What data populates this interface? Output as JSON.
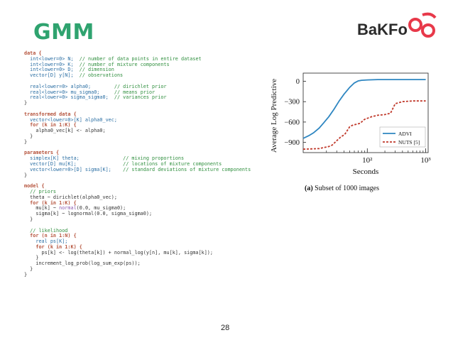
{
  "slide": {
    "title": "GMM",
    "page_number": "28"
  },
  "logo": {
    "text_part1": "BaK",
    "text_part2": "Fo",
    "accent_color": "#e8394a",
    "text_color": "#2b2b2b"
  },
  "code": {
    "lines": [
      [
        {
          "t": "data {",
          "c": "kw"
        }
      ],
      [
        {
          "t": "  int<lower=0> N;",
          "c": "ty"
        },
        {
          "t": "  // number of data points in entire dataset",
          "c": "cm"
        }
      ],
      [
        {
          "t": "  int<lower=0> K;",
          "c": "ty"
        },
        {
          "t": "  // number of mixture components",
          "c": "cm"
        }
      ],
      [
        {
          "t": "  int<lower=0> D;",
          "c": "ty"
        },
        {
          "t": "  // dimension",
          "c": "cm"
        }
      ],
      [
        {
          "t": "  vector[D] y[N];",
          "c": "ty"
        },
        {
          "t": "  // observations",
          "c": "cm"
        }
      ],
      [
        {
          "t": "",
          "c": ""
        }
      ],
      [
        {
          "t": "  real<lower=0> alpha0;",
          "c": "ty"
        },
        {
          "t": "        // dirichlet prior",
          "c": "cm"
        }
      ],
      [
        {
          "t": "  real<lower=0> mu_sigma0;",
          "c": "ty"
        },
        {
          "t": "     // means prior",
          "c": "cm"
        }
      ],
      [
        {
          "t": "  real<lower=0> sigma_sigma0;",
          "c": "ty"
        },
        {
          "t": "  // variances prior",
          "c": "cm"
        }
      ],
      [
        {
          "t": "}",
          "c": ""
        }
      ],
      [
        {
          "t": "",
          "c": ""
        }
      ],
      [
        {
          "t": "transformed data {",
          "c": "kw"
        }
      ],
      [
        {
          "t": "  vector<lower=0>[K] alpha0_vec;",
          "c": "ty"
        }
      ],
      [
        {
          "t": "  for (k in 1:K) {",
          "c": "kw"
        }
      ],
      [
        {
          "t": "    alpha0_vec[k] <- alpha0;",
          "c": ""
        }
      ],
      [
        {
          "t": "  }",
          "c": ""
        }
      ],
      [
        {
          "t": "}",
          "c": ""
        }
      ],
      [
        {
          "t": "",
          "c": ""
        }
      ],
      [
        {
          "t": "parameters {",
          "c": "kw"
        }
      ],
      [
        {
          "t": "  simplex[K] theta;",
          "c": "ty"
        },
        {
          "t": "               // mixing proportions",
          "c": "cm"
        }
      ],
      [
        {
          "t": "  vector[D] mu[K];",
          "c": "ty"
        },
        {
          "t": "                // locations of mixture components",
          "c": "cm"
        }
      ],
      [
        {
          "t": "  vector<lower=0>[D] sigma[K];",
          "c": "ty"
        },
        {
          "t": "    // standard deviations of mixture components",
          "c": "cm"
        }
      ],
      [
        {
          "t": "}",
          "c": ""
        }
      ],
      [
        {
          "t": "",
          "c": ""
        }
      ],
      [
        {
          "t": "model {",
          "c": "kw"
        }
      ],
      [
        {
          "t": "  // priors",
          "c": "cm"
        }
      ],
      [
        {
          "t": "  theta ~ dirichlet(alpha0_vec);",
          "c": ""
        }
      ],
      [
        {
          "t": "  for (k in 1:K) {",
          "c": "kw"
        }
      ],
      [
        {
          "t": "    mu[k] ~ ",
          "c": ""
        },
        {
          "t": "normal",
          "c": "fn"
        },
        {
          "t": "(0.0, mu_sigma0);",
          "c": ""
        }
      ],
      [
        {
          "t": "    sigma[k] ~ lognormal(0.0, sigma_sigma0);",
          "c": ""
        }
      ],
      [
        {
          "t": "  }",
          "c": ""
        }
      ],
      [
        {
          "t": "",
          "c": ""
        }
      ],
      [
        {
          "t": "  // likelihood",
          "c": "cm"
        }
      ],
      [
        {
          "t": "  for (n in 1:N) {",
          "c": "kw"
        }
      ],
      [
        {
          "t": "    real ps[K];",
          "c": "ty"
        }
      ],
      [
        {
          "t": "    for (k in 1:K) {",
          "c": "kw"
        }
      ],
      [
        {
          "t": "      ps[k] <- log(theta[k]) + normal_log(y[n], mu[k], sigma[k]);",
          "c": ""
        }
      ],
      [
        {
          "t": "    }",
          "c": ""
        }
      ],
      [
        {
          "t": "    increment_log_prob(log_sum_exp(ps));",
          "c": ""
        }
      ],
      [
        {
          "t": "  }",
          "c": ""
        }
      ],
      [
        {
          "t": "}",
          "c": ""
        }
      ]
    ]
  },
  "chart_data": {
    "type": "line",
    "ylabel": "Average Log Predictive",
    "xlabel": "Seconds",
    "xscale": "log",
    "xlim": [
      8,
      1100
    ],
    "ylim": [
      -1050,
      120
    ],
    "yticks": [
      0,
      -300,
      -600,
      -900
    ],
    "ytick_labels": [
      "0",
      "−300",
      "−600",
      "−900"
    ],
    "xticks": [
      100,
      1000
    ],
    "xtick_labels": [
      "10²",
      "10³"
    ],
    "legend_position": "bottom-right",
    "caption_label": "(a)",
    "caption_text": "Subset of 1000 images",
    "series": [
      {
        "name": "ADVI",
        "color": "#2e86c1",
        "style": "solid",
        "x": [
          8,
          10,
          12,
          15,
          18,
          22,
          27,
          33,
          40,
          50,
          60,
          70,
          80,
          100,
          150,
          300,
          600,
          1000
        ],
        "y": [
          -840,
          -800,
          -760,
          -690,
          -610,
          -520,
          -410,
          -290,
          -190,
          -90,
          -25,
          5,
          15,
          20,
          25,
          25,
          25,
          25
        ]
      },
      {
        "name": "NUTS [5]",
        "color": "#c0392b",
        "style": "dashed",
        "x": [
          8,
          15,
          22,
          25,
          28,
          35,
          40,
          42,
          50,
          55,
          60,
          75,
          90,
          120,
          150,
          200,
          250,
          300,
          400,
          600,
          1000
        ],
        "y": [
          -1000,
          -990,
          -960,
          -940,
          -900,
          -820,
          -790,
          -770,
          -670,
          -650,
          -640,
          -620,
          -560,
          -520,
          -500,
          -490,
          -470,
          -330,
          -300,
          -290,
          -290
        ]
      }
    ]
  }
}
